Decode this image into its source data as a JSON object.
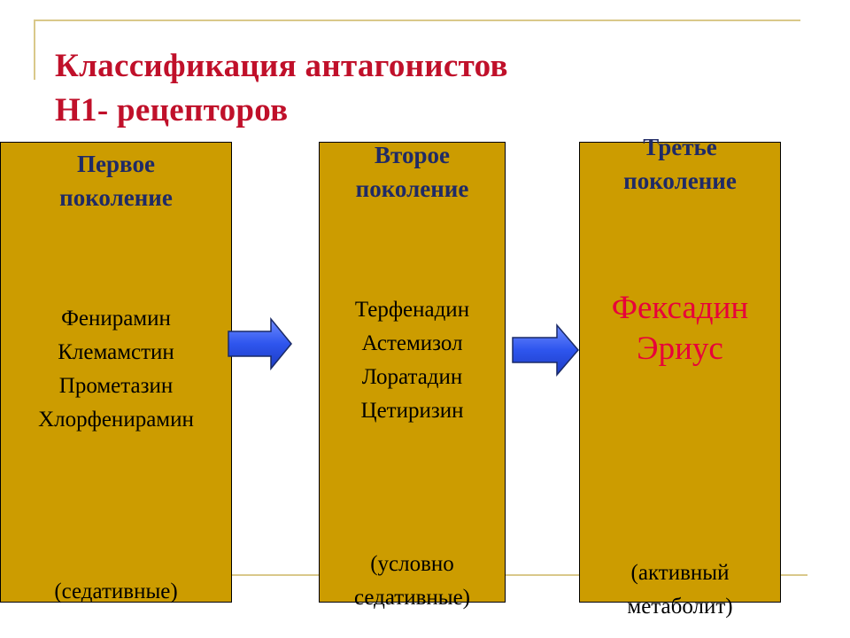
{
  "title": {
    "line1": "Классификация антагонистов",
    "line2": "Н1- рецепторов"
  },
  "colors": {
    "title": "#c0102a",
    "box_fill": "#cc9c00",
    "heading": "#1f2a66",
    "highlight": "#e8003a",
    "arrow": "#3b63f0",
    "decoration": "#d9c88a"
  },
  "generations": [
    {
      "heading": [
        "Первое",
        "поколение"
      ],
      "drugs": [
        "Фенирамин",
        "Клемамстин",
        "Прометазин",
        "Хлорфенирамин"
      ],
      "note": [
        "(седативные)"
      ]
    },
    {
      "heading": [
        "Второе",
        "поколение"
      ],
      "drugs": [
        "Терфенадин",
        "Астемизол",
        "Лоратадин",
        "Цетиризин"
      ],
      "note": [
        "(условно",
        "седативные)"
      ]
    },
    {
      "heading": [
        "Третье",
        "поколение"
      ],
      "drugs": [
        "Фексадин",
        "Эриус"
      ],
      "note": [
        "(активный",
        "метаболит)"
      ]
    }
  ],
  "arrows": [
    {
      "icon": "right-arrow-icon"
    },
    {
      "icon": "right-arrow-icon"
    }
  ]
}
